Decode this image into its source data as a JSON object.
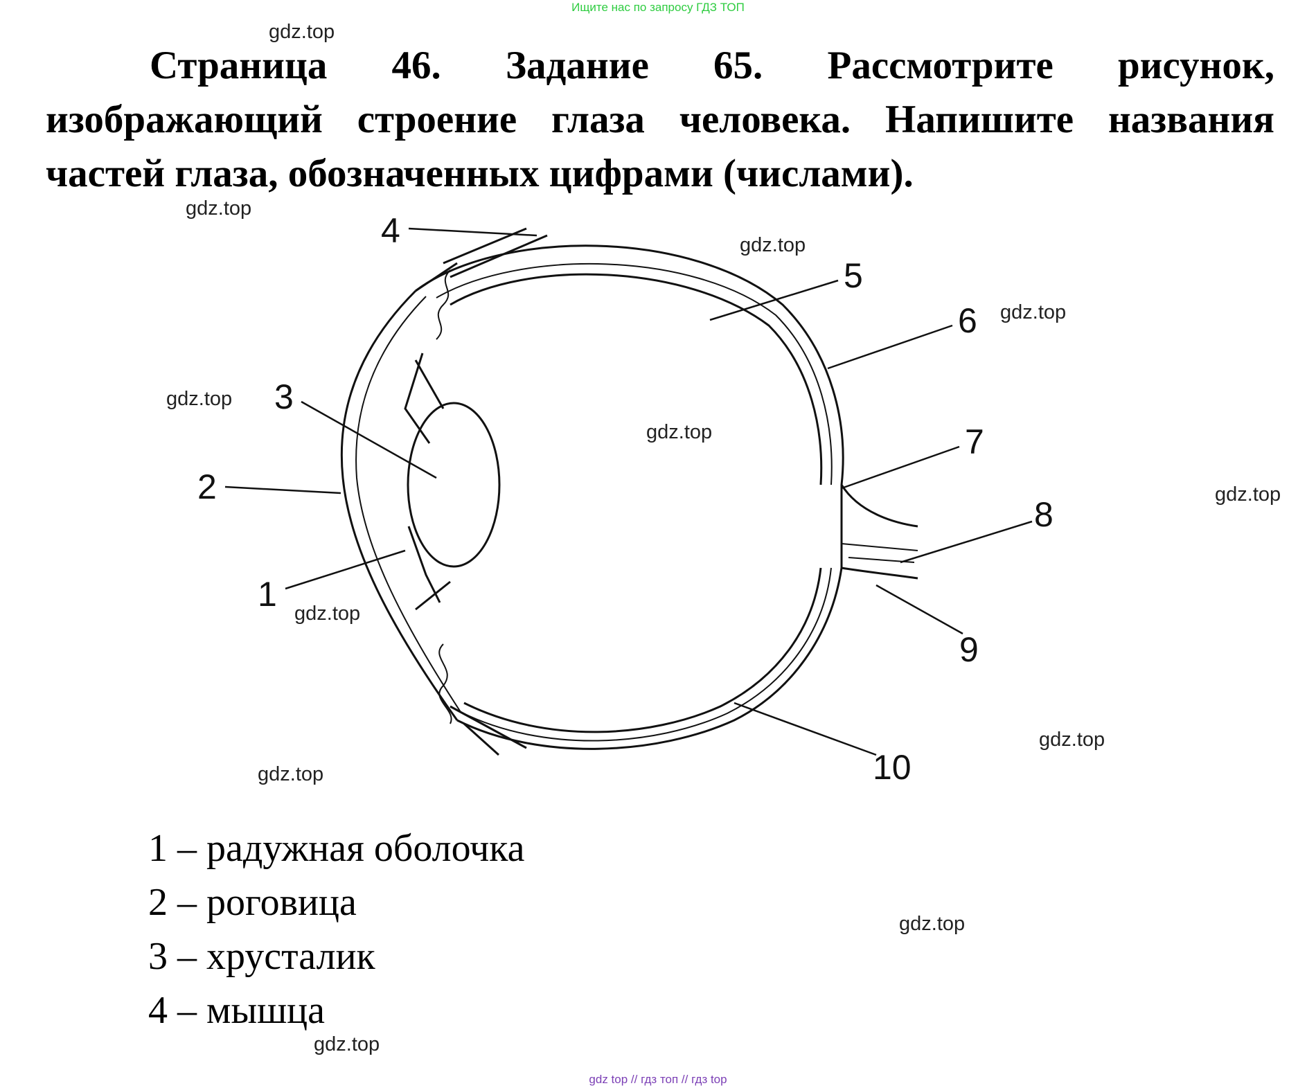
{
  "banner_top": "Ищите нас по запросу ГДЗ ТОП",
  "task": {
    "heading": "Страница 46. Задание 65. Рассмотрите рисунок, изображающий строение глаза человека. Напишите названия частей глаза, обозначенных цифрами (числами)."
  },
  "diagram": {
    "labels": [
      "1",
      "2",
      "3",
      "4",
      "5",
      "6",
      "7",
      "8",
      "9",
      "10"
    ]
  },
  "answers": [
    "1 – радужная оболочка",
    "2 – роговица",
    "3 – хрусталик",
    "4 – мышца"
  ],
  "watermark": "gdz.top",
  "banner_bottom": "gdz top  //  гдз топ  //  гдз top",
  "colors": {
    "banner_top": "#2ecc40",
    "banner_bottom": "#7b3fb5"
  }
}
